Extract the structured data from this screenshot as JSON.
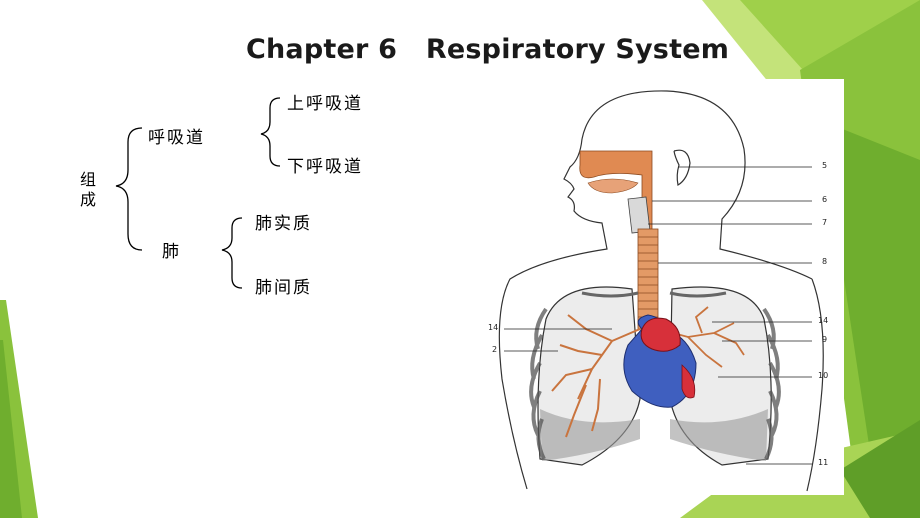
{
  "title": "Chapter 6   Respiratory System",
  "tree": {
    "root": "组成",
    "airway": {
      "label": "呼吸道",
      "upper": "上呼吸道",
      "lower": "下呼吸道"
    },
    "lung": {
      "label": "肺",
      "parenchyma": "肺实质",
      "interstitium": "肺间质"
    }
  },
  "figure": {
    "labels": [
      "5",
      "6",
      "7",
      "8",
      "14",
      "9",
      "10",
      "11",
      "14",
      "2"
    ]
  },
  "colors": {
    "green_light": "#b9dc5b",
    "green_mid": "#8cc43d",
    "green_dark": "#5f9e28",
    "airway_orange": "#e38a52",
    "heart_red": "#d7303a",
    "heart_blue": "#3f5fbf"
  }
}
